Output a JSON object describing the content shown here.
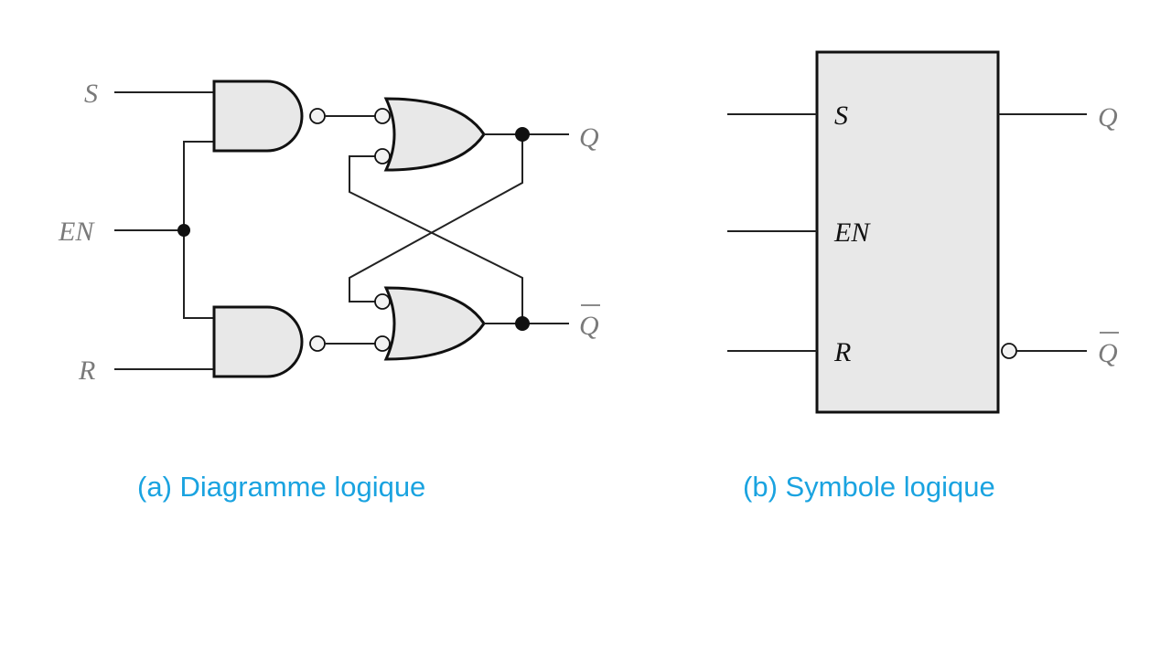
{
  "logic_diagram": {
    "inputs": {
      "s": "S",
      "en": "EN",
      "r": "R"
    },
    "outputs": {
      "q": "Q",
      "q_bar": "Q"
    },
    "caption": "(a) Diagramme logique"
  },
  "logic_symbol": {
    "inputs": {
      "s": "S",
      "en": "EN",
      "r": "R"
    },
    "outputs": {
      "q": "Q",
      "q_bar": "Q"
    },
    "caption": "(b) Symbole logique"
  }
}
